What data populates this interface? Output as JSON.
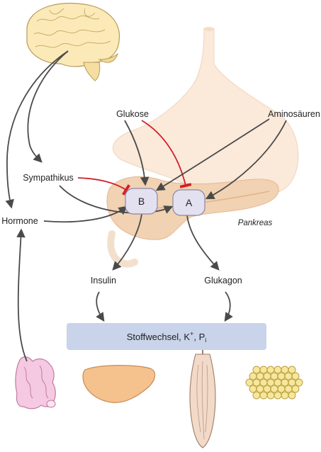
{
  "labels": {
    "glucose": "Glukose",
    "amino_acids": "Aminosäuren",
    "sympathetic": "Sympathikus",
    "hormones": "Hormone",
    "pancreas": "Pankreas",
    "insulin": "Insulin",
    "glucagon": "Glukagon"
  },
  "cells": {
    "b": "B",
    "a": "A"
  },
  "metabolism_box": {
    "main": "Stoffwechsel, K",
    "k_sup": "+",
    "sep": ", P",
    "p_sub": "i"
  },
  "colors": {
    "arrow": "#4a4a4a",
    "inhibit": "#d0202a",
    "box_fill": "#c9d4ea",
    "cell_fill": "#e3e1ef",
    "pancreas": "#f1d2b2",
    "stomach": "#fbe9d9"
  }
}
